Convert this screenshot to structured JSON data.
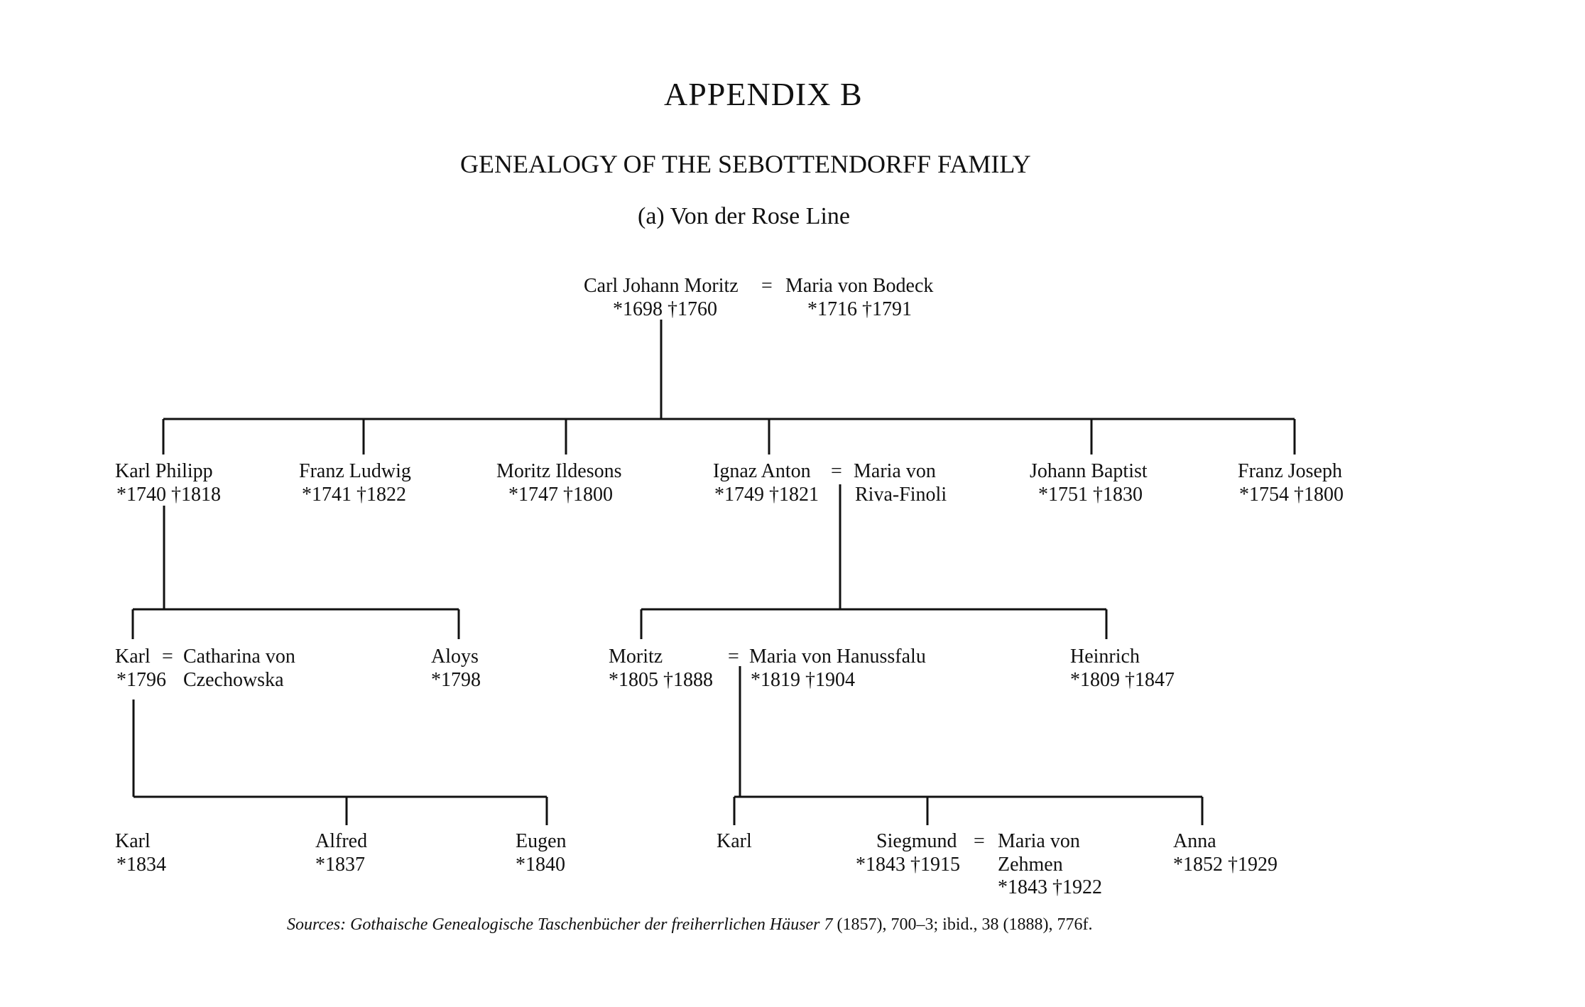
{
  "heading": {
    "title": "APPENDIX B",
    "subtitle": "GENEALOGY OF THE SEBOTTENDORFF FAMILY",
    "line": "(a) Von der Rose Line"
  },
  "tree": {
    "root": {
      "husband_name": "Carl Johann Moritz",
      "eq": "=",
      "wife_name": "Maria von Bodeck",
      "husband_dates": "*1698 †1760",
      "wife_dates": "*1716 †1791"
    },
    "gen2": [
      {
        "name": "Karl Philipp",
        "dates": "*1740 †1818"
      },
      {
        "name": "Franz Ludwig",
        "dates": "*1741 †1822"
      },
      {
        "name": "Moritz Ildesons",
        "dates": "*1747 †1800"
      },
      {
        "name": "Ignaz Anton",
        "dates": "*1749 †1821",
        "eq": "=",
        "spouse_l1": "Maria von",
        "spouse_l2": "Riva-Finoli"
      },
      {
        "name": "Johann Baptist",
        "dates": "*1751 †1830"
      },
      {
        "name": "Franz Joseph",
        "dates": "*1754 †1800"
      }
    ],
    "gen3_left": [
      {
        "name": "Karl",
        "dates": "*1796",
        "eq": "=",
        "spouse_l1": "Catharina von",
        "spouse_l2": "Czechowska"
      },
      {
        "name": "Aloys",
        "dates": "*1798"
      }
    ],
    "gen3_right": [
      {
        "name": "Moritz",
        "dates": "*1805 †1888",
        "eq": "=",
        "spouse_l1": "Maria von Hanussfalu",
        "spouse_l2": "*1819 †1904"
      },
      {
        "name": "Heinrich",
        "dates": "*1809 †1847"
      }
    ],
    "gen4_left": [
      {
        "name": "Karl",
        "dates": "*1834"
      },
      {
        "name": "Alfred",
        "dates": "*1837"
      },
      {
        "name": "Eugen",
        "dates": "*1840"
      }
    ],
    "gen4_right": [
      {
        "name": "Karl"
      },
      {
        "name": "Siegmund",
        "dates": "*1843 †1915",
        "eq": "=",
        "spouse_l1": "Maria von",
        "spouse_l2": "Zehmen",
        "spouse_l3": "*1843 †1922"
      },
      {
        "name": "Anna",
        "dates": "*1852 †1929"
      }
    ]
  },
  "sources": {
    "label": "Sources:",
    "work": "Gothaische Genealogische Taschenbücher der freiherrlichen Häuser 7",
    "rest": "(1857), 700–3; ibid., 38 (1888), 776f."
  }
}
